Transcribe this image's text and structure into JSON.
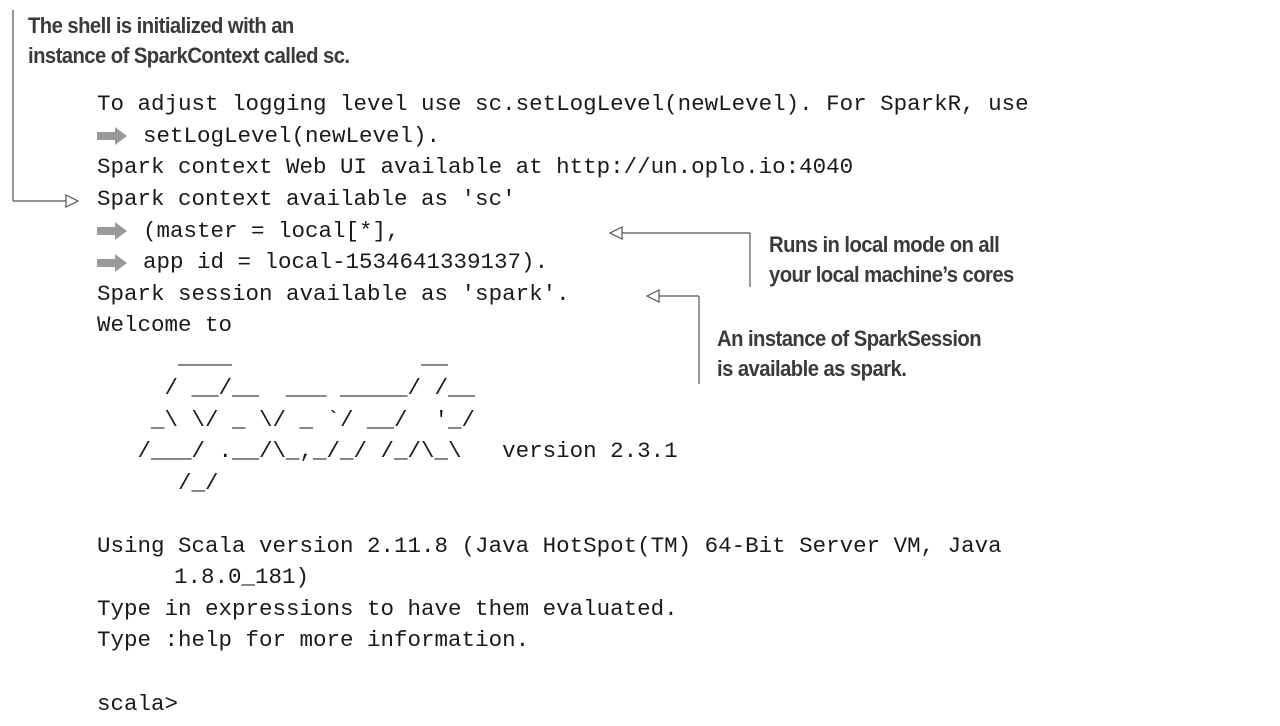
{
  "annotations": {
    "shell_init": [
      "The shell is initialized with an",
      "instance of SparkContext called sc."
    ],
    "local_mode": [
      "Runs in local mode on all",
      "your local machine’s cores"
    ],
    "spark_session": [
      "An instance of SparkSession",
      "is available as spark."
    ]
  },
  "console": {
    "lines": [
      "To adjust logging level use sc.setLogLevel(newLevel). For SparkR, use",
      "setLogLevel(newLevel).",
      "Spark context Web UI available at http://un.oplo.io:4040",
      "Spark context available as 'sc'",
      "(master = local[*],",
      "app id = local-1534641339137).",
      "Spark session available as 'spark'.",
      "Welcome to",
      "      ____              __",
      "     / __/__  ___ _____/ /__",
      "    _\\ \\/ _ \\/ _ `/ __/  '_/",
      "   /___/ .__/\\_,_/_/ /_/\\_\\   version 2.3.1",
      "      /_/",
      "Using Scala version 2.11.8 (Java HotSpot(TM) 64-Bit Server VM, Java",
      "1.8.0_181)",
      "Type in expressions to have them evaluated.",
      "Type :help for more information.",
      "scala>"
    ]
  },
  "continuation_icon": "continuation-arrow-icon"
}
